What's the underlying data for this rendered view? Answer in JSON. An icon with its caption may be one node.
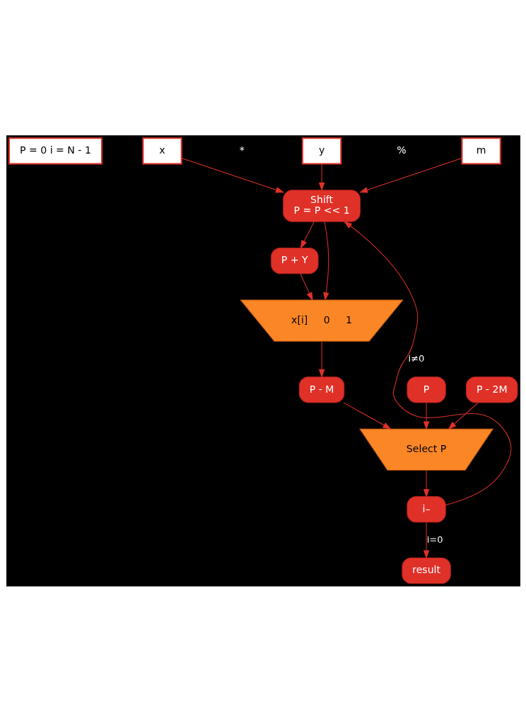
{
  "diagram": {
    "nodes": [
      {
        "text": [
          "P = 0 i = N - 1"
        ]
      },
      {
        "text": [
          "x"
        ]
      },
      {
        "text": [
          "y"
        ]
      },
      {
        "text": [
          "m"
        ]
      },
      {
        "text": [
          "Shift",
          "P = P << 1"
        ]
      },
      {
        "text": [
          "P + Y"
        ]
      },
      {
        "text": [
          "x[i]",
          "0",
          "1"
        ]
      },
      {
        "text": [
          "P"
        ]
      },
      {
        "text": [
          "P - M"
        ]
      },
      {
        "text": [
          "P - 2M"
        ]
      },
      {
        "text": [
          "Select P"
        ]
      },
      {
        "text": [
          "i–"
        ]
      },
      {
        "text": [
          "result"
        ]
      }
    ],
    "edges": [
      {
        "from": 1,
        "to": 4,
        "arrow": "to"
      },
      {
        "from": 2,
        "to": 4,
        "arrow": "to"
      },
      {
        "from": 3,
        "to": 4,
        "arrow": "to"
      },
      {
        "from": 4,
        "to": 6,
        "arrow": "to"
      },
      {
        "from": 4,
        "to": 5,
        "arrow": "to"
      },
      {
        "from": 5,
        "to": 6,
        "arrow": "to"
      },
      {
        "from": 6,
        "to": 8,
        "arrow": "to"
      },
      {
        "from": 7,
        "to": 10,
        "arrow": "to"
      },
      {
        "from": 8,
        "to": 10,
        "arrow": "to"
      },
      {
        "from": 9,
        "to": 10,
        "arrow": "to"
      },
      {
        "from": 10,
        "to": 11,
        "arrow": "to"
      },
      {
        "from": 11,
        "to": 12,
        "label": "i=0",
        "arrow": "to"
      },
      {
        "from": 11,
        "to": 4,
        "label": "i≠0",
        "arrow": "to"
      }
    ],
    "labels": [
      "*",
      "%"
    ]
  }
}
